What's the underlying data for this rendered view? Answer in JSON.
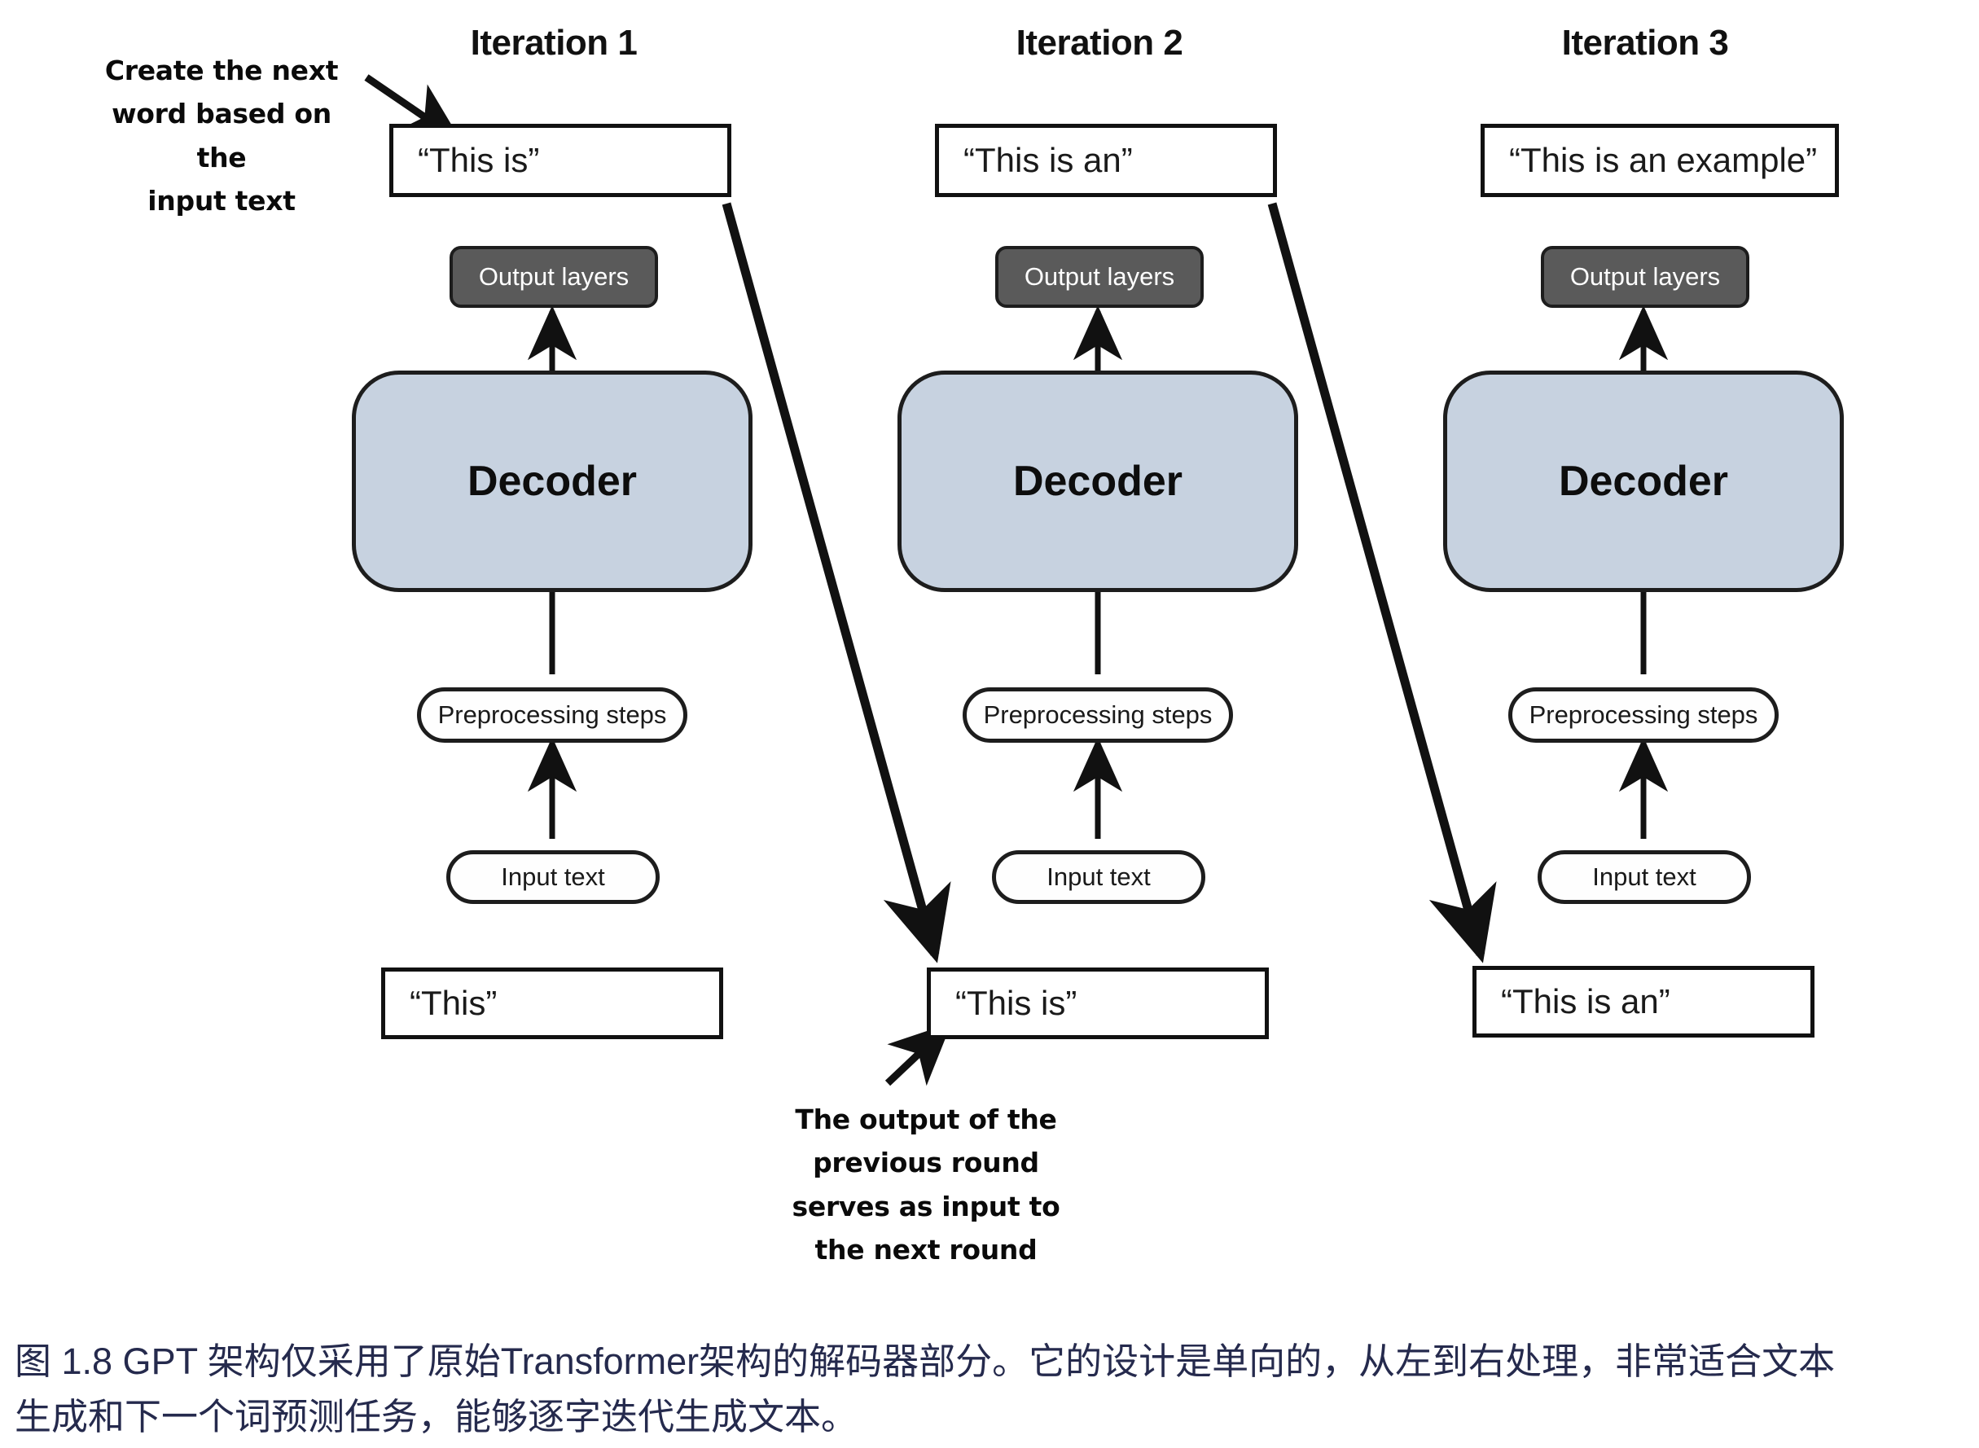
{
  "figure": {
    "columns": [
      {
        "title": "Iteration 1",
        "output_text": "“This is”",
        "output_layers": "Output layers",
        "decoder": "Decoder",
        "preprocessing": "Preprocessing steps",
        "input_node": "Input text",
        "input_text": "“This”"
      },
      {
        "title": "Iteration 2",
        "output_text": "“This is an”",
        "output_layers": "Output layers",
        "decoder": "Decoder",
        "preprocessing": "Preprocessing steps",
        "input_node": "Input text",
        "input_text": "“This is”"
      },
      {
        "title": "Iteration 3",
        "output_text": "“This is an example”",
        "output_layers": "Output layers",
        "decoder": "Decoder",
        "preprocessing": "Preprocessing steps",
        "input_node": "Input text",
        "input_text": "“This is an”"
      }
    ],
    "annotations": {
      "top_left": "Create the next\nword based on the\ninput text",
      "bottom_center": "The output of the\nprevious round\nserves as input to\nthe next round"
    },
    "colors": {
      "decoder_fill": "#c7d2e0",
      "output_layers_fill": "#5a5a5a",
      "stroke": "#1d1d1d",
      "caption": "#252a4d"
    }
  },
  "caption": {
    "line1": "图 1.8  GPT 架构仅采用了原始Transformer架构的解码器部分。它的设计是单向的，从左到右处理，非常适合文本",
    "line2": "生成和下一个词预测任务，能够逐字迭代生成文本。"
  }
}
